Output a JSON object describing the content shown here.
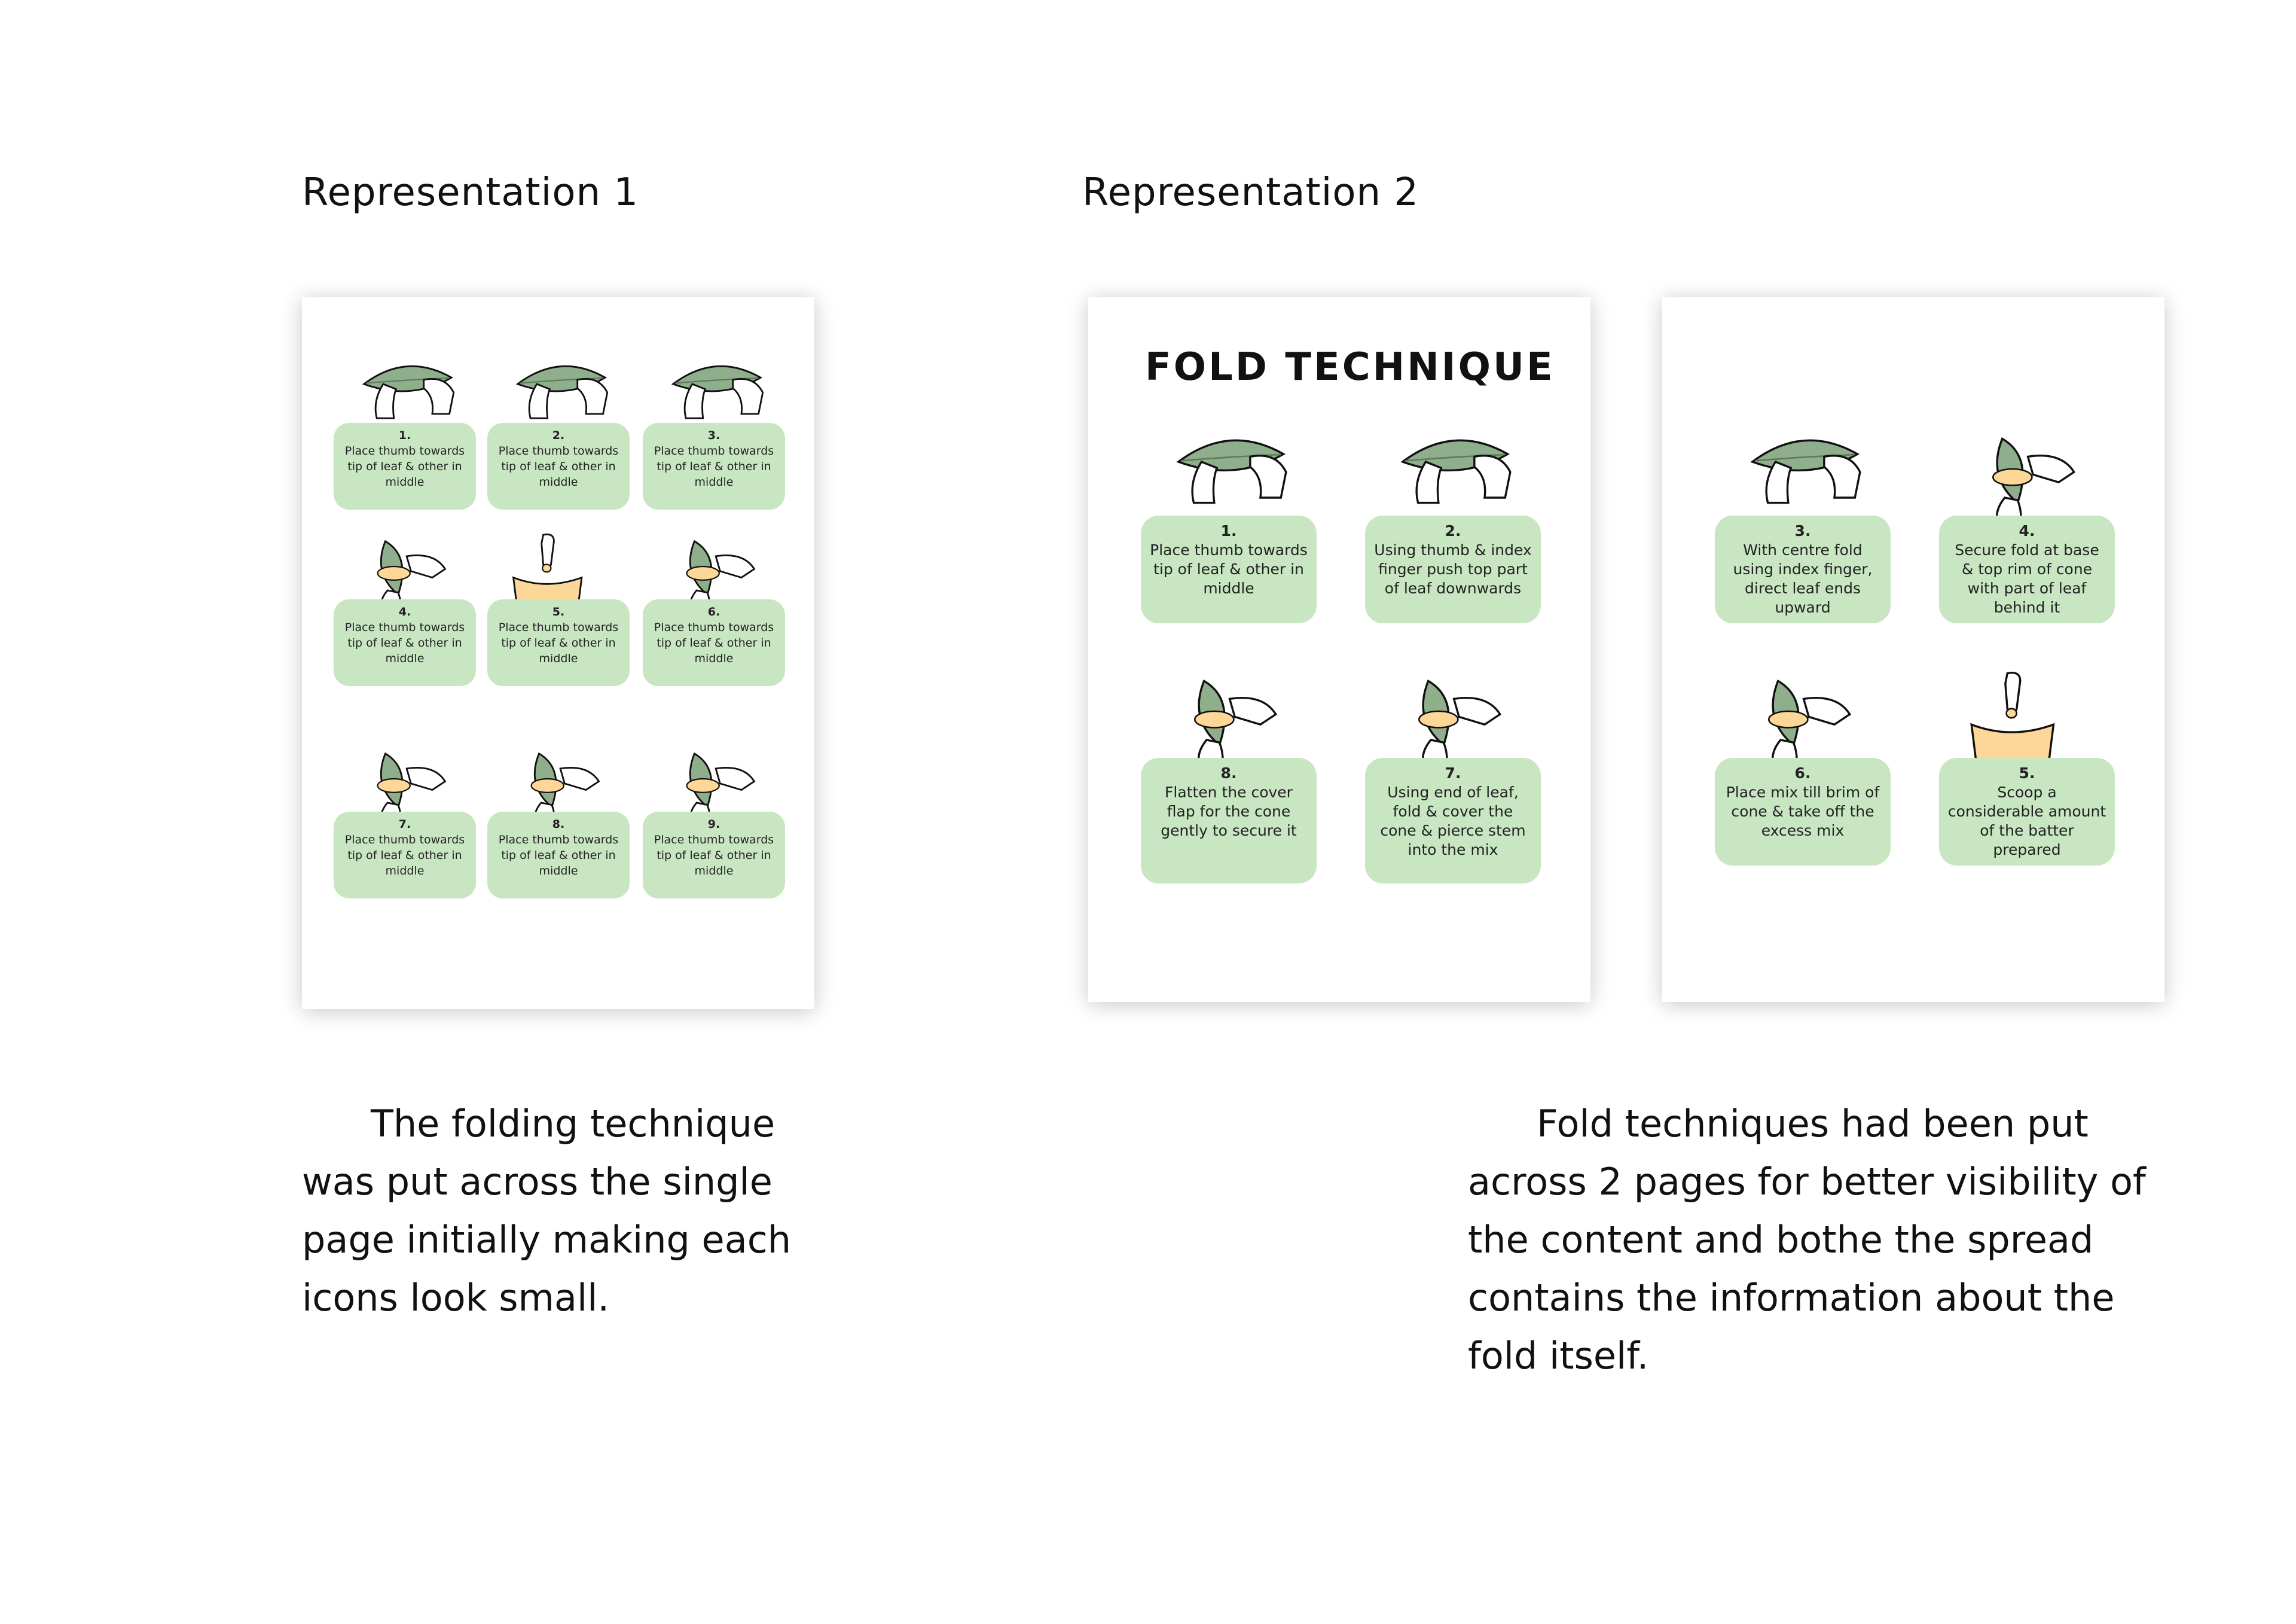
{
  "headings": {
    "left": "Representation 1",
    "right": "Representation 2"
  },
  "colors": {
    "card": "#c8e6c1",
    "leaf": "#8fae8b",
    "leaf_dark": "#5e7a5a",
    "batter": "#fcd797"
  },
  "rep1": {
    "cards": [
      {
        "num": "1.",
        "text": "Place thumb towards tip of leaf & other in middle"
      },
      {
        "num": "2.",
        "text": "Place thumb towards tip of leaf & other in middle"
      },
      {
        "num": "3.",
        "text": "Place thumb towards tip of leaf & other in middle"
      },
      {
        "num": "4.",
        "text": "Place thumb towards tip of leaf & other in middle"
      },
      {
        "num": "5.",
        "text": "Place thumb towards tip of leaf & other in middle"
      },
      {
        "num": "6.",
        "text": "Place thumb towards tip of leaf & other in middle"
      },
      {
        "num": "7.",
        "text": "Place thumb towards tip of leaf & other in middle"
      },
      {
        "num": "8.",
        "text": "Place thumb towards tip of leaf & other in middle"
      },
      {
        "num": "9.",
        "text": "Place thumb towards tip of leaf & other in middle"
      }
    ]
  },
  "rep2": {
    "title": "FOLD TECHNIQUE",
    "left_page": [
      {
        "num": "1.",
        "text": "Place thumb towards tip of leaf & other in middle"
      },
      {
        "num": "2.",
        "text": "Using thumb & index finger push top part of leaf downwards"
      },
      {
        "num": "8.",
        "text": "Flatten the cover flap for the cone gently to secure it"
      },
      {
        "num": "7.",
        "text": "Using end of leaf, fold & cover the cone & pierce stem into the mix"
      }
    ],
    "right_page": [
      {
        "num": "3.",
        "text": "With centre fold using index finger, direct leaf ends upward"
      },
      {
        "num": "4.",
        "text": "Secure fold at base & top rim of cone with part of leaf behind it"
      },
      {
        "num": "6.",
        "text": "Place mix till brim of cone & take off the excess mix"
      },
      {
        "num": "5.",
        "text": "Scoop a considerable amount of the batter prepared"
      }
    ]
  },
  "captions": {
    "left": "The folding technique was put across the single page initially making each icons look small.",
    "right": "Fold techniques had been put across 2 pages for better visibility of the content and bothe the spread contains the information about the fold itself."
  }
}
